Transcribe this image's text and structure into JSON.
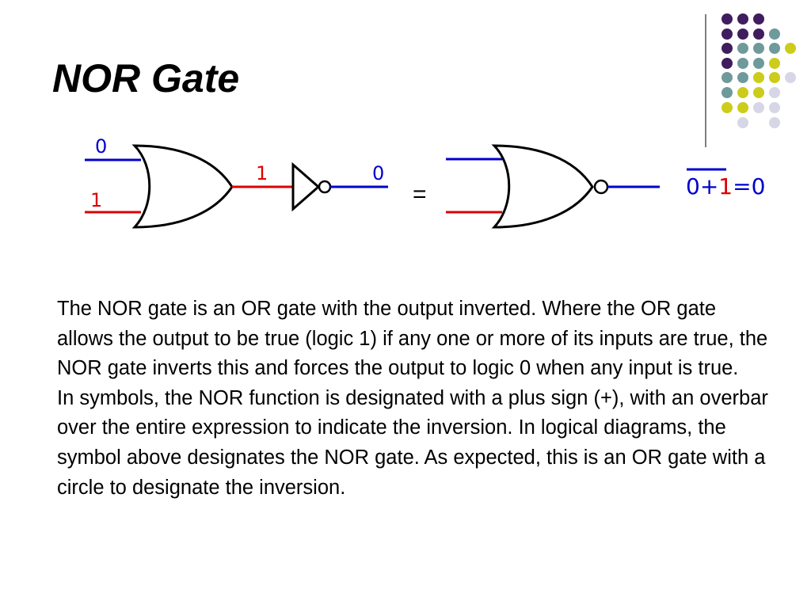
{
  "title": "NOR Gate",
  "colors": {
    "purple": "#3f1d5e",
    "teal": "#6f9a9b",
    "yellow": "#cccc1a",
    "lavender": "#d6d6e6",
    "wire_blue": "#0000cc",
    "wire_red": "#dd0000",
    "line_gray": "#555555"
  },
  "diagram": {
    "input_a_label": "0",
    "input_b_label": "1",
    "or_output_label": "1",
    "not_output_label": "0",
    "equals_sign": "=",
    "expression": {
      "term_a": "0",
      "operator": "+",
      "term_b": "1",
      "equals": "=",
      "result": "0"
    }
  },
  "paragraphs": [
    "The NOR gate is an OR gate with the output inverted. Where the OR gate allows the output to be true (logic 1) if any one or more of its inputs are true, the NOR gate inverts this and forces the output to logic 0 when any input is true.",
    "In symbols, the NOR function is designated with a plus sign (+), with an overbar over the entire expression to indicate the inversion. In logical diagrams, the symbol above designates the NOR gate. As expected, this is an OR gate with a circle to designate the inversion."
  ]
}
